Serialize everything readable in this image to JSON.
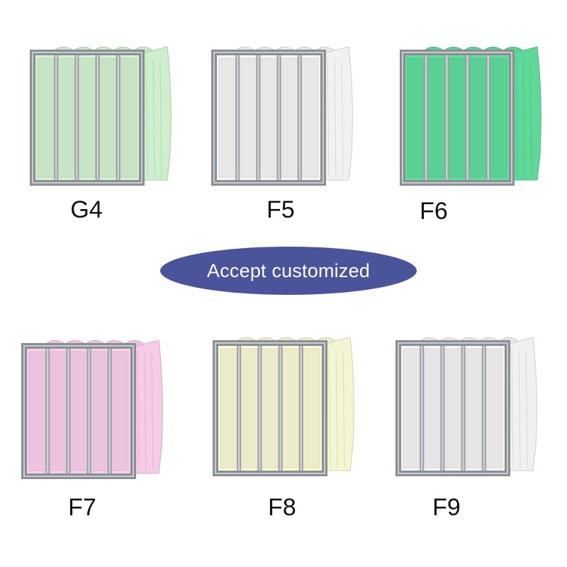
{
  "banner": {
    "text": "Accept customized",
    "color": "#4a549b"
  },
  "filters": [
    {
      "grade": "G4",
      "media_color": "#cfeecd"
    },
    {
      "grade": "F5",
      "media_color": "#f1f1f1"
    },
    {
      "grade": "F6",
      "media_color": "#5fd99a"
    },
    {
      "grade": "F7",
      "media_color": "#f6cbe8"
    },
    {
      "grade": "F8",
      "media_color": "#f4f6d2"
    },
    {
      "grade": "F9",
      "media_color": "#f0f0f0"
    }
  ]
}
